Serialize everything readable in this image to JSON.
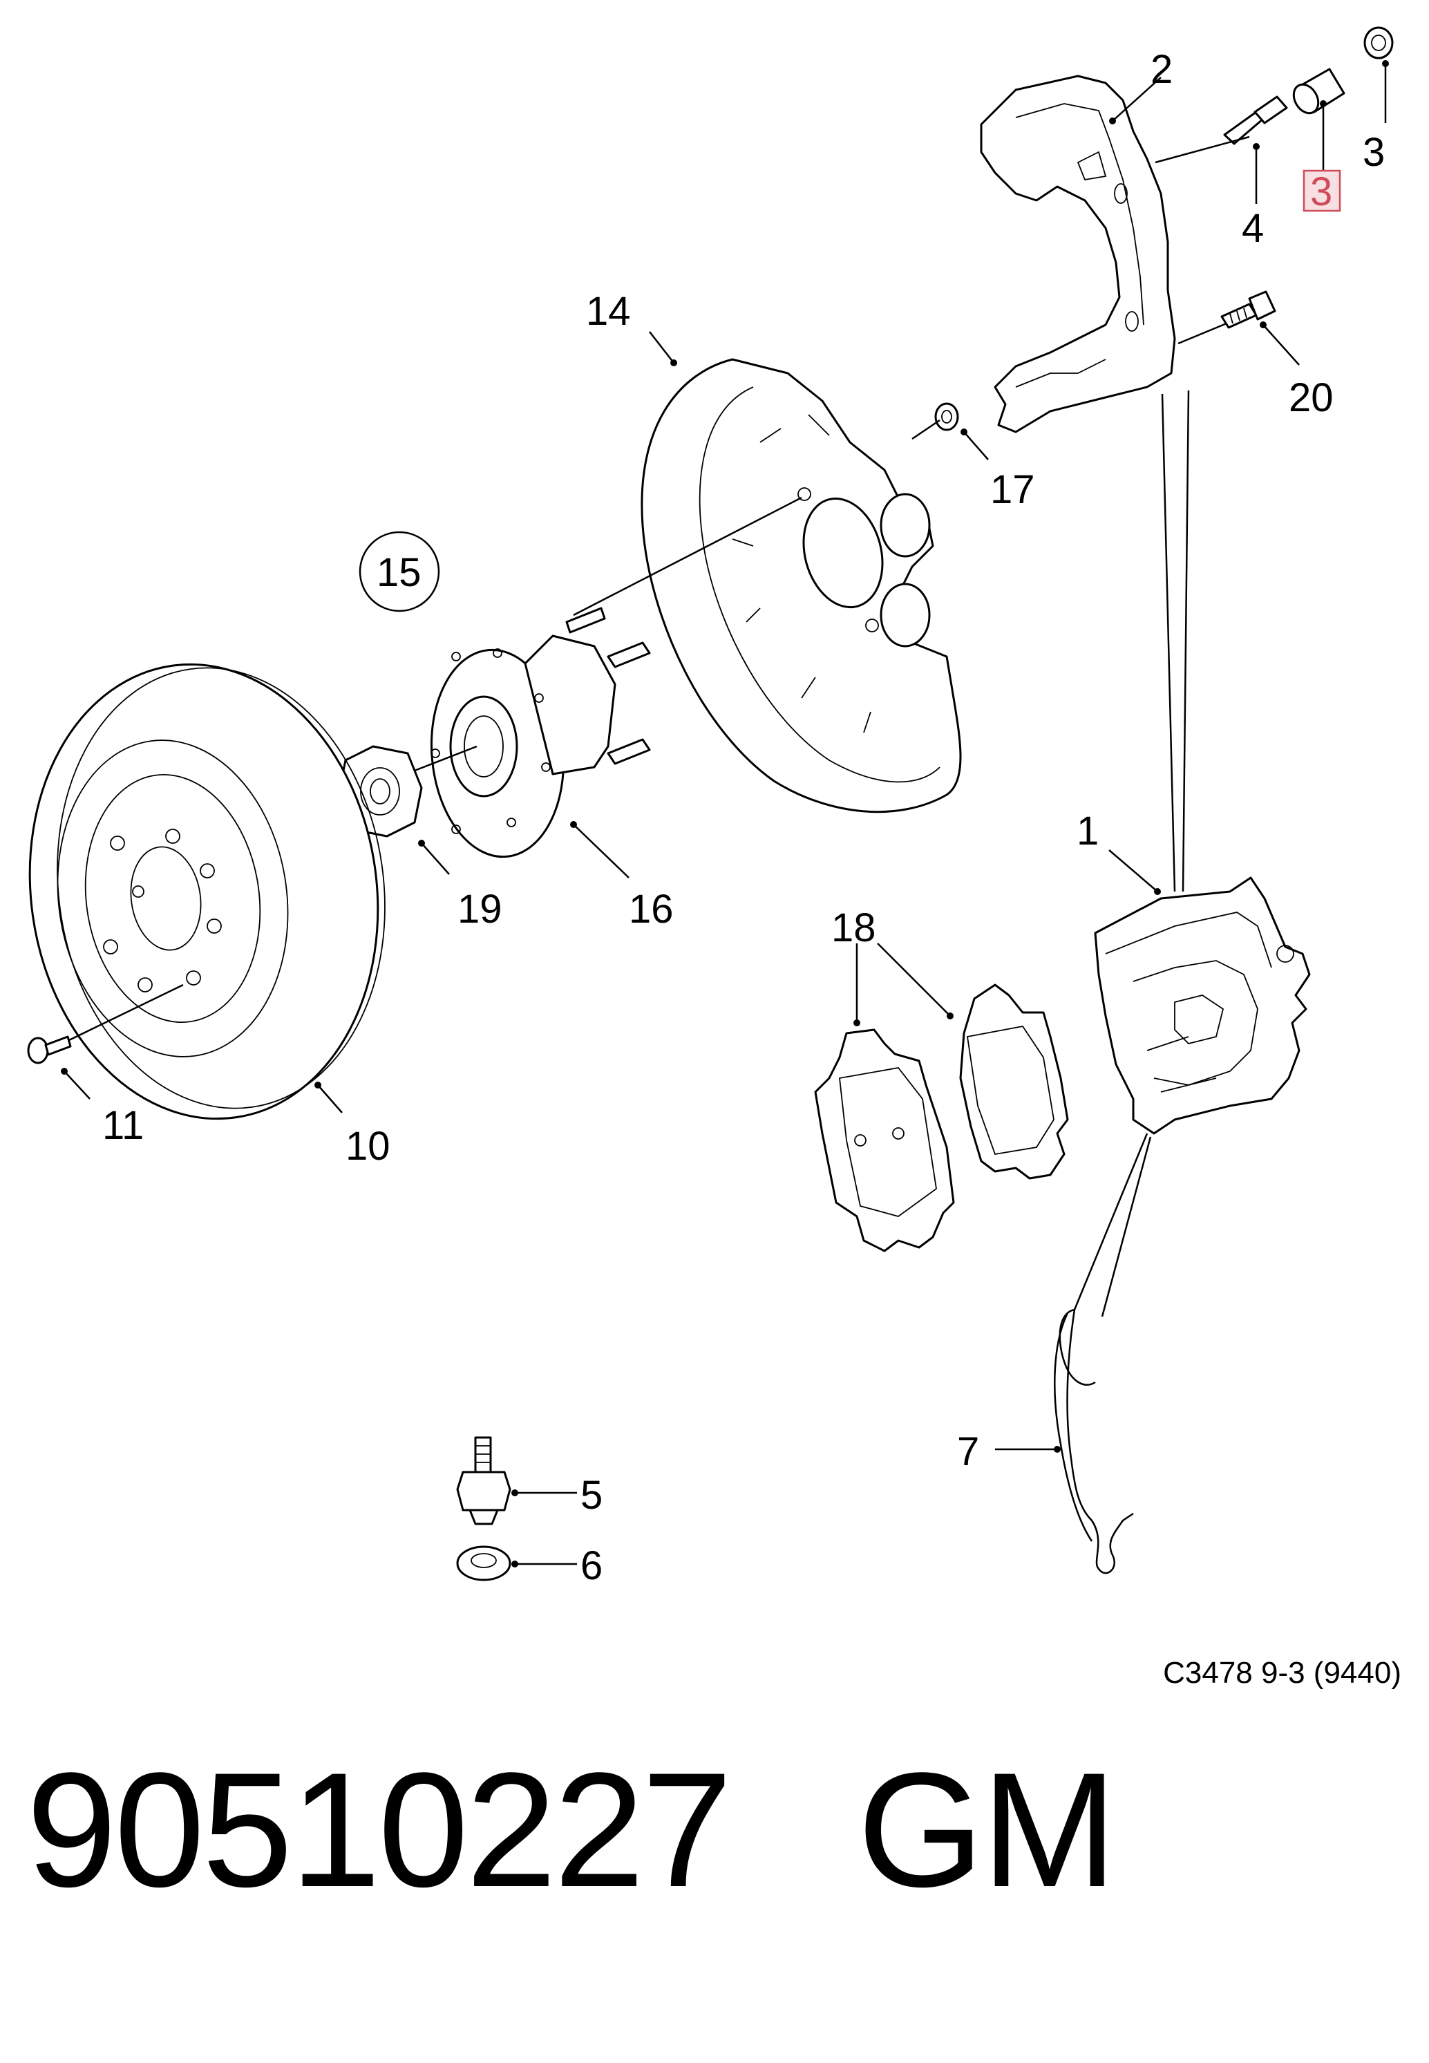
{
  "diagram": {
    "reference": "C3478 9-3 (9440)",
    "part_number": "90510227",
    "brand": "GM",
    "callouts": {
      "c1": "1",
      "c2": "2",
      "c3a": "3",
      "c3b": "3",
      "c4": "4",
      "c5": "5",
      "c6": "6",
      "c7": "7",
      "c10": "10",
      "c11": "11",
      "c14": "14",
      "c15": "15",
      "c16": "16",
      "c17": "17",
      "c18": "18",
      "c19": "19",
      "c20": "20"
    },
    "highlight_color": "#d04a5a"
  }
}
